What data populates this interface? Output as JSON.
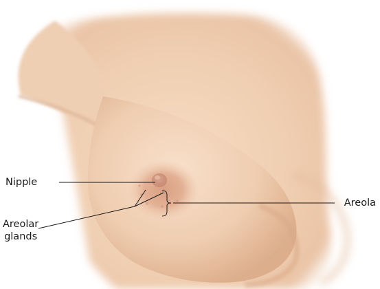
{
  "labels": {
    "nipple": "Nipple",
    "areola": "Areola",
    "areolar_glands_line1": "Areolar",
    "areolar_glands_line2": "glands"
  }
}
